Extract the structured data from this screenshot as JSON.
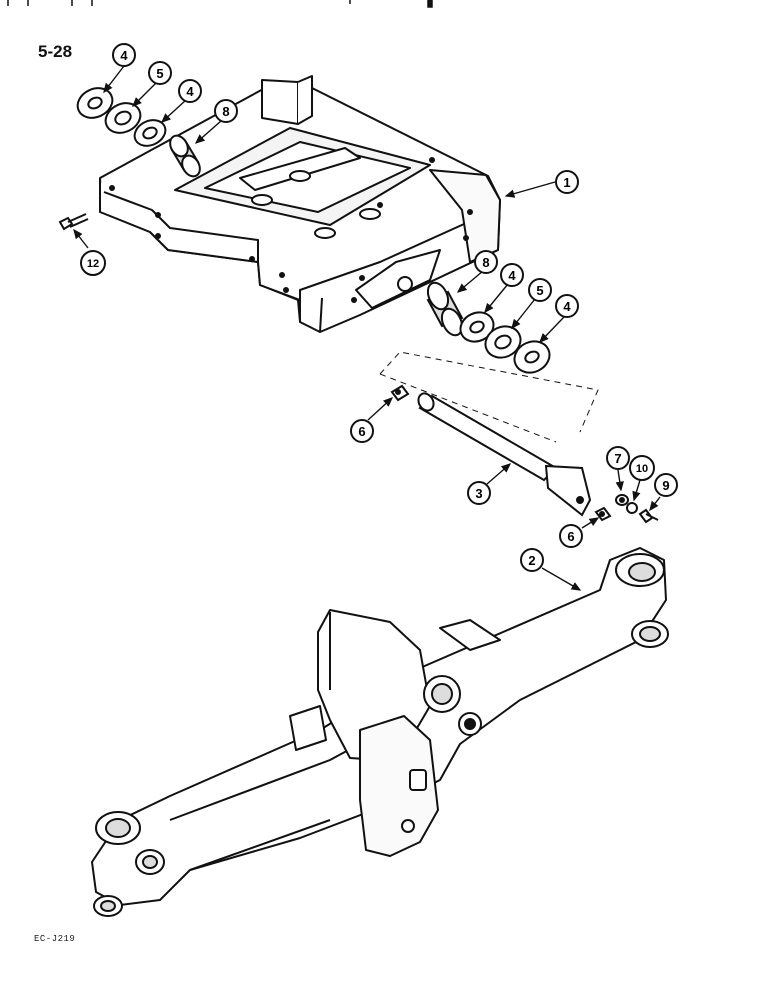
{
  "page_number": "5-28",
  "footer_code": "EC-J219",
  "callouts": [
    {
      "id": "c-4a",
      "label": "4"
    },
    {
      "id": "c-5a",
      "label": "5"
    },
    {
      "id": "c-4b",
      "label": "4"
    },
    {
      "id": "c-8a",
      "label": "8"
    },
    {
      "id": "c-1",
      "label": "1"
    },
    {
      "id": "c-12",
      "label": "12"
    },
    {
      "id": "c-8b",
      "label": "8"
    },
    {
      "id": "c-4c",
      "label": "4"
    },
    {
      "id": "c-5b",
      "label": "5"
    },
    {
      "id": "c-4d",
      "label": "4"
    },
    {
      "id": "c-6a",
      "label": "6"
    },
    {
      "id": "c-3",
      "label": "3"
    },
    {
      "id": "c-7",
      "label": "7"
    },
    {
      "id": "c-10",
      "label": "10"
    },
    {
      "id": "c-9",
      "label": "9"
    },
    {
      "id": "c-6b",
      "label": "6"
    },
    {
      "id": "c-2",
      "label": "2"
    }
  ]
}
